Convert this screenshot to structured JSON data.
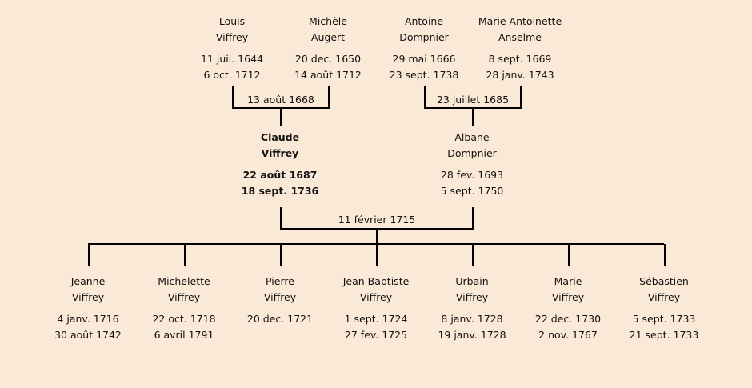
{
  "grandparents": [
    {
      "first": "Louis",
      "last": "Viffrey",
      "birth": "11 juil. 1644",
      "death": "6 oct. 1712"
    },
    {
      "first": "Michèle",
      "last": "Augert",
      "birth": "20 dec. 1650",
      "death": "14 août 1712"
    },
    {
      "first": "Antoine",
      "last": "Dompnier",
      "birth": "29 mai 1666",
      "death": "23 sept. 1738"
    },
    {
      "first": "Marie Antoinette",
      "last": "Anselme",
      "birth": "8 sept. 1669",
      "death": "28 janv. 1743"
    }
  ],
  "parents": [
    {
      "first": "Claude",
      "last": "Viffrey",
      "birth": "22 août 1687",
      "death": "18 sept. 1736",
      "highlighted": true
    },
    {
      "first": "Albane",
      "last": "Dompnier",
      "birth": "28 fev. 1693",
      "death": "5 sept. 1750"
    }
  ],
  "children": [
    {
      "first": "Jeanne",
      "last": "Viffrey",
      "birth": "4 janv. 1716",
      "death": "30 août 1742"
    },
    {
      "first": "Michelette",
      "last": "Viffrey",
      "birth": "22 oct. 1718",
      "death": "6 avril 1791"
    },
    {
      "first": "Pierre",
      "last": "Viffrey",
      "birth": "20 dec. 1721",
      "death": ""
    },
    {
      "first": "Jean Baptiste",
      "last": "Viffrey",
      "birth": "1 sept. 1724",
      "death": "27 fev. 1725"
    },
    {
      "first": "Urbain",
      "last": "Viffrey",
      "birth": "8 janv. 1728",
      "death": "19 janv. 1728"
    },
    {
      "first": "Marie",
      "last": "Viffrey",
      "birth": "22 dec. 1730",
      "death": "2 nov. 1767"
    },
    {
      "first": "Sébastien",
      "last": "Viffrey",
      "birth": "5 sept. 1733",
      "death": "21 sept. 1733"
    }
  ],
  "marriages": {
    "paternal_grandparents": "13 août 1668",
    "maternal_grandparents": "23 juillet 1685",
    "parents": "11 février 1715"
  }
}
